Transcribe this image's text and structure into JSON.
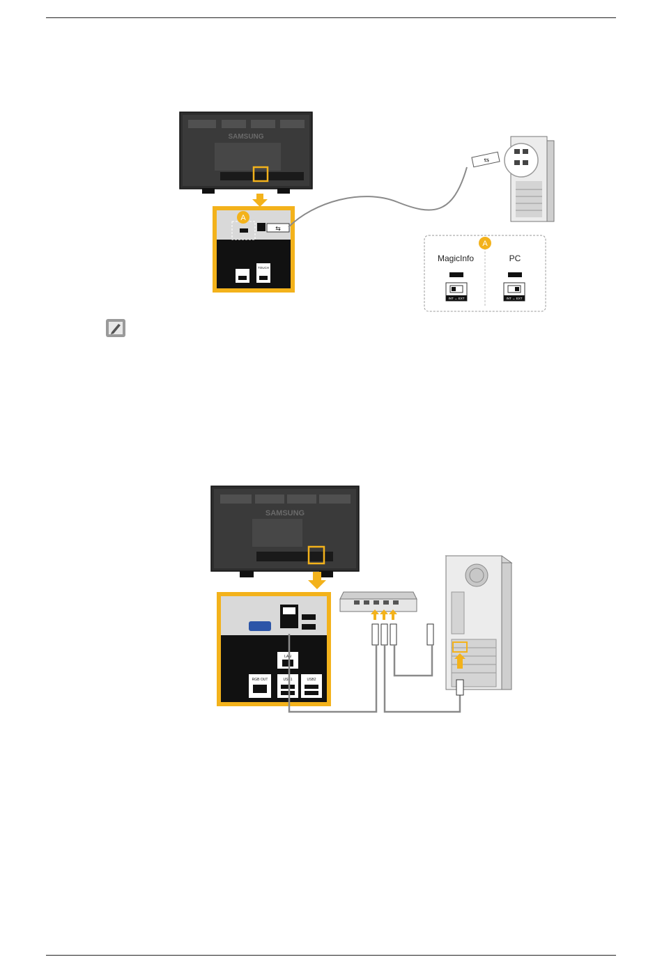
{
  "figure1": {
    "brand_logo": "SAMSUNG",
    "callout_letter": "A",
    "touch_label": "TOUCH",
    "switch_panel": {
      "left_label": "MagicInfo",
      "right_label": "PC",
      "switch_caption": "INT ↔ EXT"
    }
  },
  "figure2": {
    "brand_logo": "SAMSUNG",
    "port_labels": {
      "lan": "LAN",
      "rgb_out": "RGB OUT",
      "usb1": "USB1",
      "usb2": "USB2"
    }
  },
  "colors": {
    "highlight": "#f3b21b",
    "monitor_body": "#2e2e2e",
    "panel_black": "#111111",
    "cable": "#8a8a8a"
  }
}
